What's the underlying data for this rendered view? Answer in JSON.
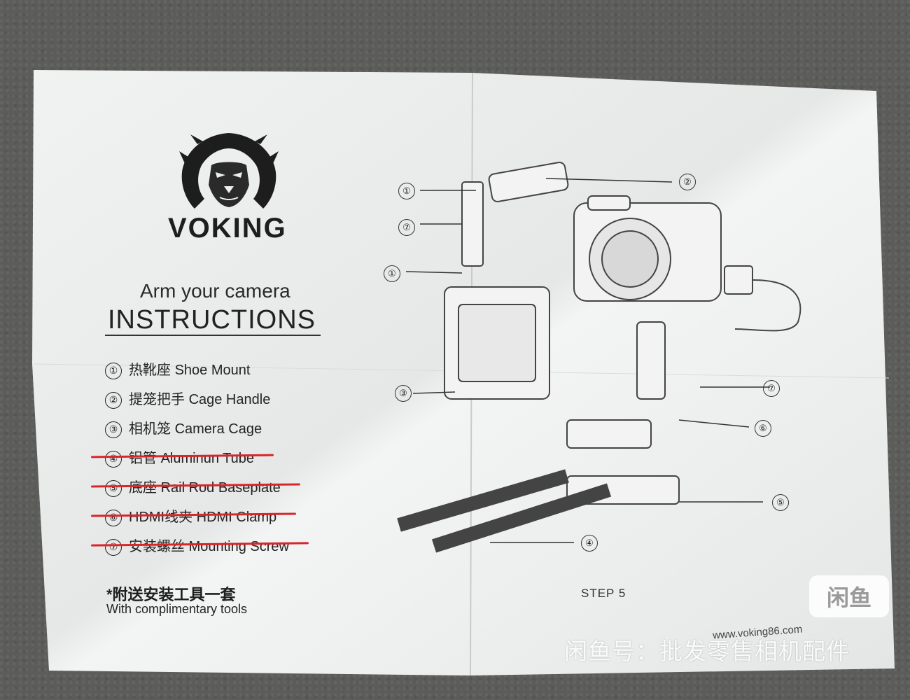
{
  "brand": {
    "name": "VOKING"
  },
  "tagline": "Arm your camera",
  "heading": "INSTRUCTIONS",
  "parts": [
    {
      "num": "①",
      "cn": "热靴座",
      "en": "Shoe Mount",
      "struck": false
    },
    {
      "num": "②",
      "cn": "提笼把手",
      "en": "Cage Handle",
      "struck": false
    },
    {
      "num": "③",
      "cn": "相机笼",
      "en": "Camera Cage",
      "struck": false
    },
    {
      "num": "④",
      "cn": "铝管",
      "en": "Aluminun Tube",
      "struck": true
    },
    {
      "num": "⑤",
      "cn": "底座",
      "en": "Rail Rod Baseplate",
      "struck": true
    },
    {
      "num": "⑥",
      "cn": "HDMI线夹",
      "en": "HDMI Clamp",
      "struck": true
    },
    {
      "num": "⑦",
      "cn": "安装螺丝",
      "en": "Mounting Screw",
      "struck": true
    }
  ],
  "tools": {
    "cn": "*附送安装工具一套",
    "en": "With complimentary tools"
  },
  "diagram": {
    "step": "STEP 5",
    "website": "www.voking86.com",
    "callouts": [
      "①",
      "②",
      "⑦",
      "①",
      "③",
      "⑦",
      "⑥",
      "⑤",
      "④"
    ]
  },
  "watermark": {
    "logo": "闲鱼",
    "text": "闲鱼号：批发零售相机配件"
  },
  "colors": {
    "strike": "#d8262a",
    "paper": "#eceeee",
    "ink": "#222222"
  }
}
